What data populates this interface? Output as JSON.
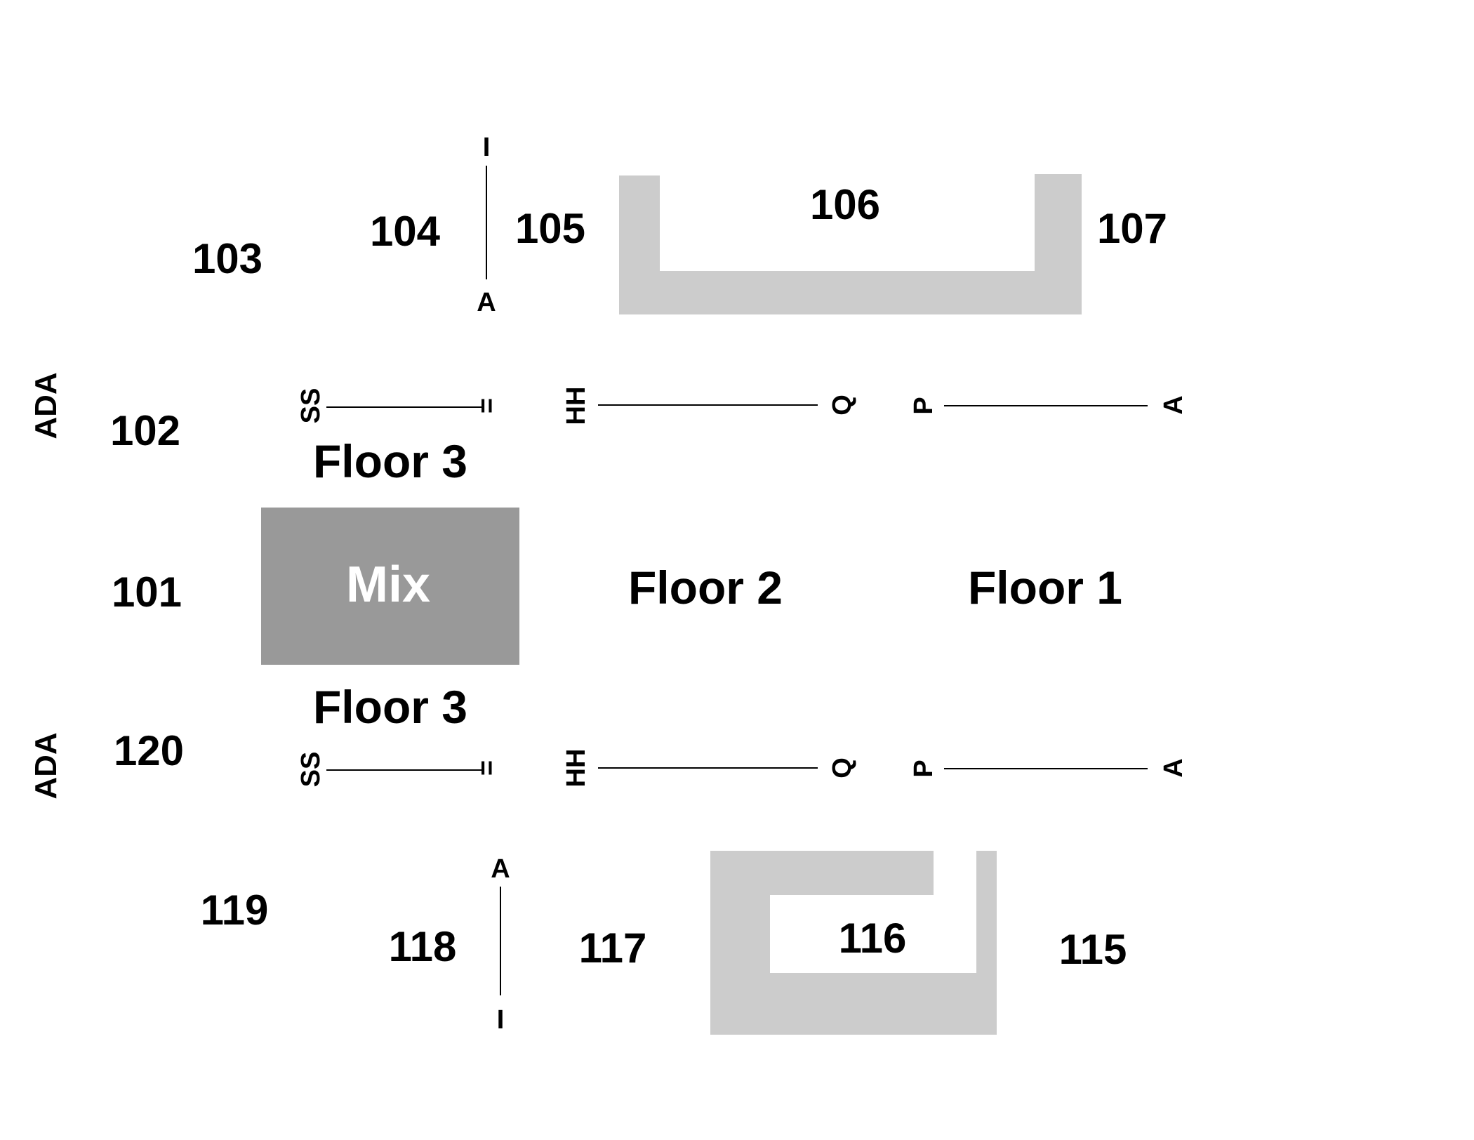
{
  "colors": {
    "background": "#ffffff",
    "structure_gray": "#cccccc",
    "mix_fill": "#999999",
    "mix_text": "#ffffff",
    "text": "#000000"
  },
  "sections": {
    "s101": "101",
    "s102": "102",
    "s103": "103",
    "s104": "104",
    "s105": "105",
    "s106": "106",
    "s107": "107",
    "s115": "115",
    "s116": "116",
    "s117": "117",
    "s118": "118",
    "s119": "119",
    "s120": "120"
  },
  "floors": {
    "floor3_upper": "Floor 3",
    "floor3_lower": "Floor 3",
    "floor2": "Floor 2",
    "floor1": "Floor 1"
  },
  "mix_booth": {
    "label": "Mix"
  },
  "ada": {
    "upper": "ADA",
    "lower": "ADA"
  },
  "row_labels": {
    "upper_i": "I",
    "upper_a": "A",
    "lower_a": "A",
    "lower_i": "I",
    "upper_ss": "SS",
    "upper_eq": "=",
    "upper_hh": "HH",
    "upper_q": "Q",
    "upper_p": "P",
    "upper_a2": "A",
    "lower_ss": "SS",
    "lower_eq": "=",
    "lower_hh": "HH",
    "lower_q": "Q",
    "lower_p": "P",
    "lower_a2": "A"
  }
}
